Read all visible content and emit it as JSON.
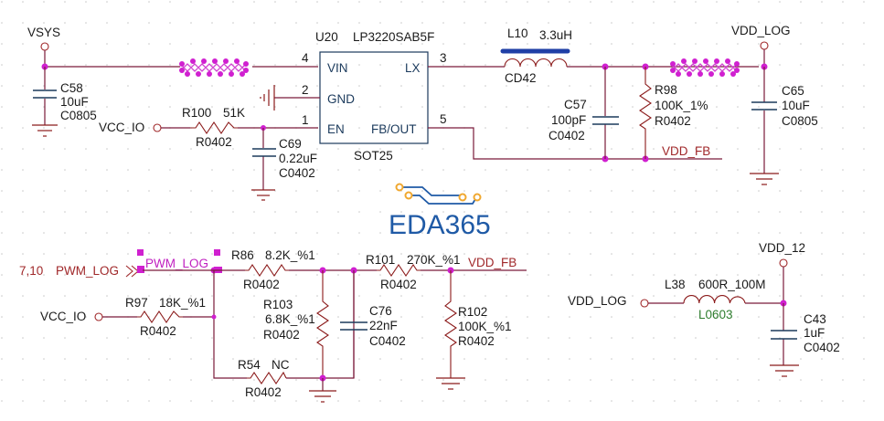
{
  "logo": {
    "text": "EDA365",
    "color": "#1f5aa6",
    "accent": "#f0a830"
  },
  "colors": {
    "wire": "#7a1a3a",
    "junction": "#d020d0",
    "net_label": "#a0282a",
    "body": "#1b3a5c",
    "footprint_green": "#2e7d2e",
    "inductor_bar": "#1f3fa6"
  },
  "ic": {
    "ref": "U20",
    "part": "LP3220SAB5F",
    "package": "SOT25",
    "pins": [
      {
        "num": "4",
        "name": "VIN"
      },
      {
        "num": "2",
        "name": "GND"
      },
      {
        "num": "1",
        "name": "EN"
      },
      {
        "num": "3",
        "name": "LX"
      },
      {
        "num": "5",
        "name": "FB/OUT"
      }
    ]
  },
  "nets": {
    "vsys": "VSYS",
    "vdd_log_top": "VDD_LOG",
    "vcc_io_top": "VCC_IO",
    "vdd_fb_top": "VDD_FB",
    "pwm_sheet_ref": "7,10",
    "pwm_port": "PWM_LOG",
    "pwm_label": "PWM_LOG",
    "vcc_io_bottom": "VCC_IO",
    "vdd_fb_bottom": "VDD_FB",
    "vdd_log_bottom": "VDD_LOG",
    "vdd_12": "VDD_12"
  },
  "components": {
    "c58": {
      "ref": "C58",
      "value": "10uF",
      "footprint": "C0805"
    },
    "r100": {
      "ref": "R100",
      "value": "51K",
      "footprint": "R0402"
    },
    "c69": {
      "ref": "C69",
      "value": "0.22uF",
      "footprint": "C0402"
    },
    "l10": {
      "ref": "L10",
      "value": "3.3uH",
      "footprint": "CD42"
    },
    "c57": {
      "ref": "C57",
      "value": "100pF",
      "footprint": "C0402"
    },
    "r98": {
      "ref": "R98",
      "value": "100K_1%",
      "footprint": "R0402"
    },
    "c65": {
      "ref": "C65",
      "value": "10uF",
      "footprint": "C0805"
    },
    "r86": {
      "ref": "R86",
      "value": "8.2K_%1",
      "footprint": "R0402"
    },
    "r97": {
      "ref": "R97",
      "value": "18K_%1",
      "footprint": "R0402"
    },
    "r103": {
      "ref": "R103",
      "value": "6.8K_%1",
      "footprint": "R0402"
    },
    "c76": {
      "ref": "C76",
      "value": "22nF",
      "footprint": "C0402"
    },
    "r101": {
      "ref": "R101",
      "value": "270K_%1",
      "footprint": "R0402"
    },
    "r102": {
      "ref": "R102",
      "value": "100K_%1",
      "footprint": "R0402"
    },
    "r54": {
      "ref": "R54",
      "value": "NC",
      "footprint": "R0402"
    },
    "l38": {
      "ref": "L38",
      "value": "600R_100M",
      "footprint": "L0603"
    },
    "c43": {
      "ref": "C43",
      "value": "1uF",
      "footprint": "C0402"
    }
  }
}
